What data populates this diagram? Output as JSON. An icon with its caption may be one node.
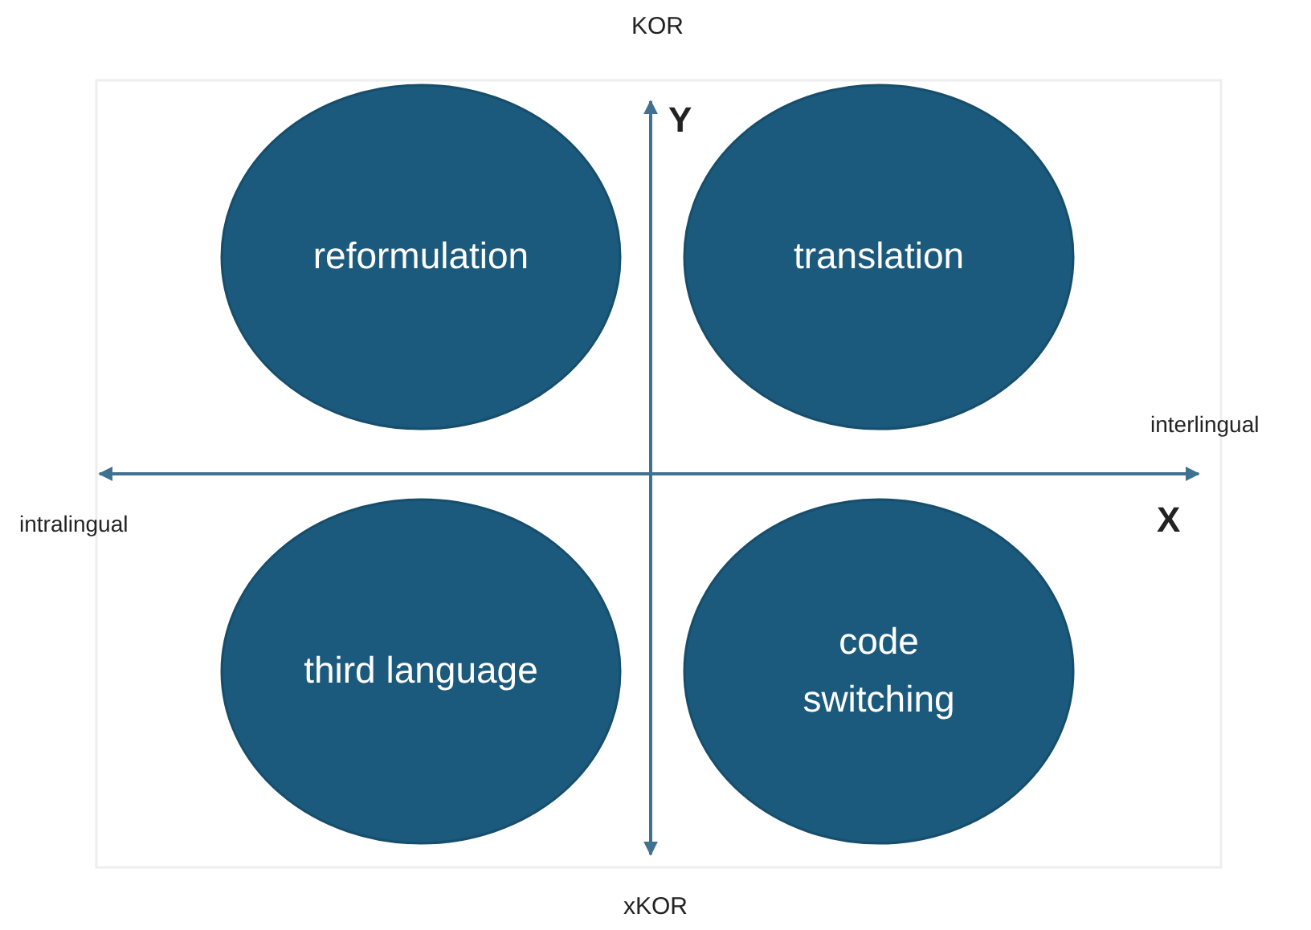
{
  "diagram": {
    "nodes": [
      {
        "text": [
          "reformulation"
        ]
      },
      {
        "text": [
          "translation"
        ]
      },
      {
        "text": [
          "third language"
        ]
      },
      {
        "text": [
          "code switching"
        ]
      }
    ],
    "edges": [],
    "labels": [
      "KOR",
      "Y",
      "interlingual",
      "intralingual",
      "X",
      "xKOR"
    ]
  }
}
